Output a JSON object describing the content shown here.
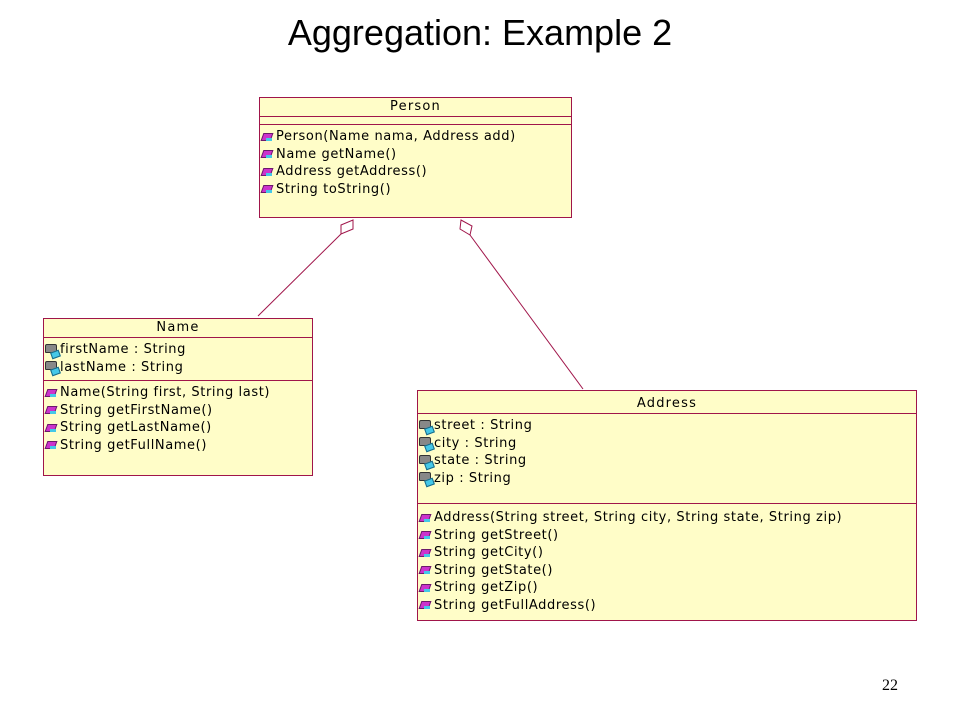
{
  "title": "Aggregation: Example 2",
  "slide_number": "22",
  "classes": {
    "person": {
      "name": "Person",
      "attributes": [],
      "operations": [
        "Person(Name nama, Address add)",
        "Name getName()",
        "Address getAddress()",
        "String toString()"
      ]
    },
    "name": {
      "name": "Name",
      "attributes": [
        "firstName : String",
        "lastName : String"
      ],
      "operations": [
        "Name(String first, String last)",
        "String getFirstName()",
        "String getLastName()",
        "String getFullName()"
      ]
    },
    "address": {
      "name": "Address",
      "attributes": [
        "street : String",
        "city : String",
        "state : String",
        "zip : String"
      ],
      "operations": [
        "Address(String street, String city, String state, String zip)",
        "String getStreet()",
        "String getCity()",
        "String getState()",
        "String getZip()",
        "String getFullAddress()"
      ]
    }
  },
  "colors": {
    "class_fill": "#fffdc8",
    "class_border": "#a0154a",
    "link": "#a0154a"
  }
}
